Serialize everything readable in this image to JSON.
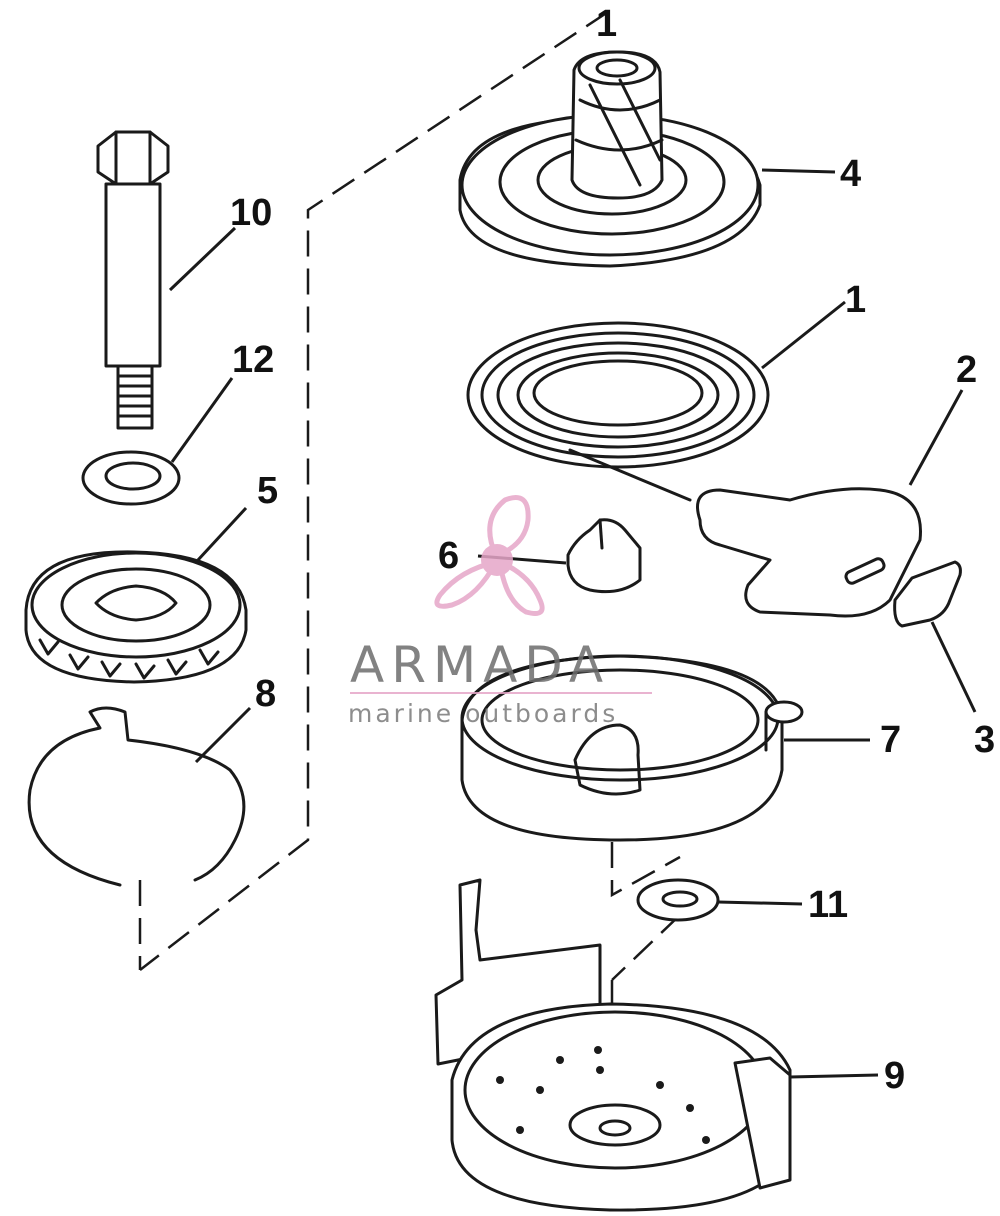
{
  "diagram": {
    "callouts": [
      {
        "id": "c10",
        "label": "10"
      },
      {
        "id": "c12",
        "label": "12"
      },
      {
        "id": "c5",
        "label": "5"
      },
      {
        "id": "c8",
        "label": "8"
      },
      {
        "id": "c4",
        "label": "4"
      },
      {
        "id": "c1",
        "label": "1"
      },
      {
        "id": "c1top",
        "label": "1"
      },
      {
        "id": "c2",
        "label": "2"
      },
      {
        "id": "c6",
        "label": "6"
      },
      {
        "id": "c3",
        "label": "3"
      },
      {
        "id": "c7",
        "label": "7"
      },
      {
        "id": "c11",
        "label": "11"
      },
      {
        "id": "c9",
        "label": "9"
      }
    ]
  },
  "watermark": {
    "title": "ARMADA",
    "subtitle": "marine outboards",
    "logo": "propeller-logo-icon",
    "color": "#e6a6c8"
  }
}
